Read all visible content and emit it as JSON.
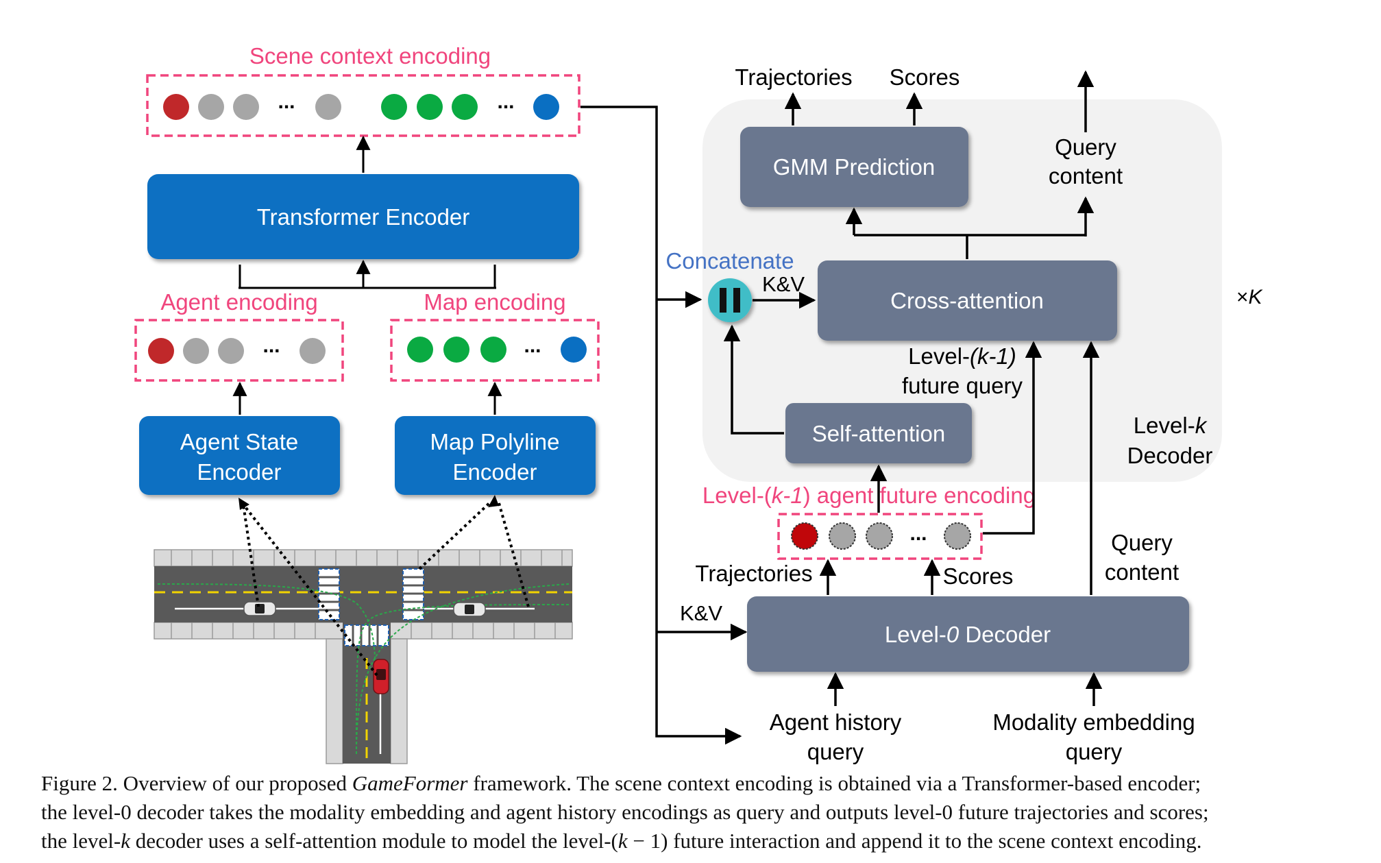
{
  "labels": {
    "scene_context": "Scene context encoding",
    "transformer_encoder": "Transformer Encoder",
    "agent_encoding": "Agent encoding",
    "map_encoding": "Map encoding",
    "agent_state_encoder": [
      "Agent State",
      "Encoder"
    ],
    "map_polyline_encoder": [
      "Map Polyline",
      "Encoder"
    ],
    "ellipsis": "...",
    "concatenate": "Concatenate",
    "kv": "K&V",
    "trajectories": "Trajectories",
    "scores": "Scores",
    "query_content": [
      "Query",
      "content"
    ],
    "gmm_prediction": "GMM Prediction",
    "cross_attention": "Cross-attention",
    "self_attention": "Self-attention",
    "level_k1_query": {
      "line1_pre": "Level-",
      "line1_it": "(k-1)",
      "line2": "future query"
    },
    "times_k": {
      "sym": "×",
      "k": "K"
    },
    "level_k_decoder": {
      "pre": "Level-",
      "k": "k",
      "line2": "Decoder"
    },
    "future_encoding": {
      "pre": "Level-(",
      "k": "k-1",
      "post": ") agent future encoding"
    },
    "level0_decoder": {
      "pre": "Level-",
      "it": "0",
      "post": " Decoder"
    },
    "agent_history_query": [
      "Agent history",
      "query"
    ],
    "modality_embedding_query": [
      "Modality embedding",
      "query"
    ]
  },
  "caption": {
    "l1_a": "Figure 2. Overview of our proposed ",
    "l1_b": "GameFormer",
    "l1_c": " framework.  The scene context encoding is obtained via a Transformer-based encoder;",
    "l2": "the level-0 decoder takes the modality embedding and agent history encodings as query and outputs level-0 future trajectories and scores;",
    "l3_a": "the level-",
    "l3_b": "k",
    "l3_c": " decoder uses a self-attention module to model the level-(",
    "l3_d": "k",
    "l3_e": " − 1) future interaction and append it to the scene context encoding."
  },
  "colors": {
    "blue_box": "#0a6fc2",
    "gray_box": "#6b778f",
    "pink": "#f0457d",
    "concat_blue": "#4472c4",
    "agent_red": "#c0282a",
    "agent_gray": "#a6a6a6",
    "map_green": "#0aaa42",
    "map_blue": "#0a6fc2",
    "panel_bg": "#f2f2f2",
    "teal": "#3fbdc7"
  }
}
